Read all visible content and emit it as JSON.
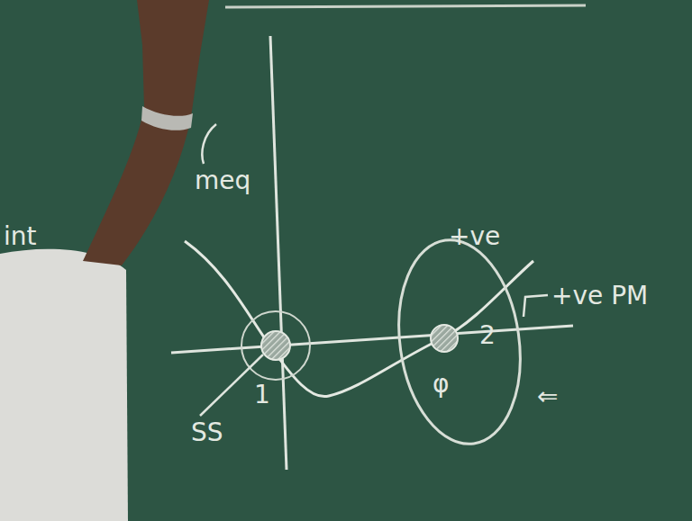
{
  "diagram": {
    "nodes": [
      {
        "text": [
          "2",
          "φ"
        ]
      }
    ],
    "labels": [
      "meq",
      "int",
      "+ve",
      "+ve PM",
      "1",
      "SS",
      "⇐"
    ]
  }
}
